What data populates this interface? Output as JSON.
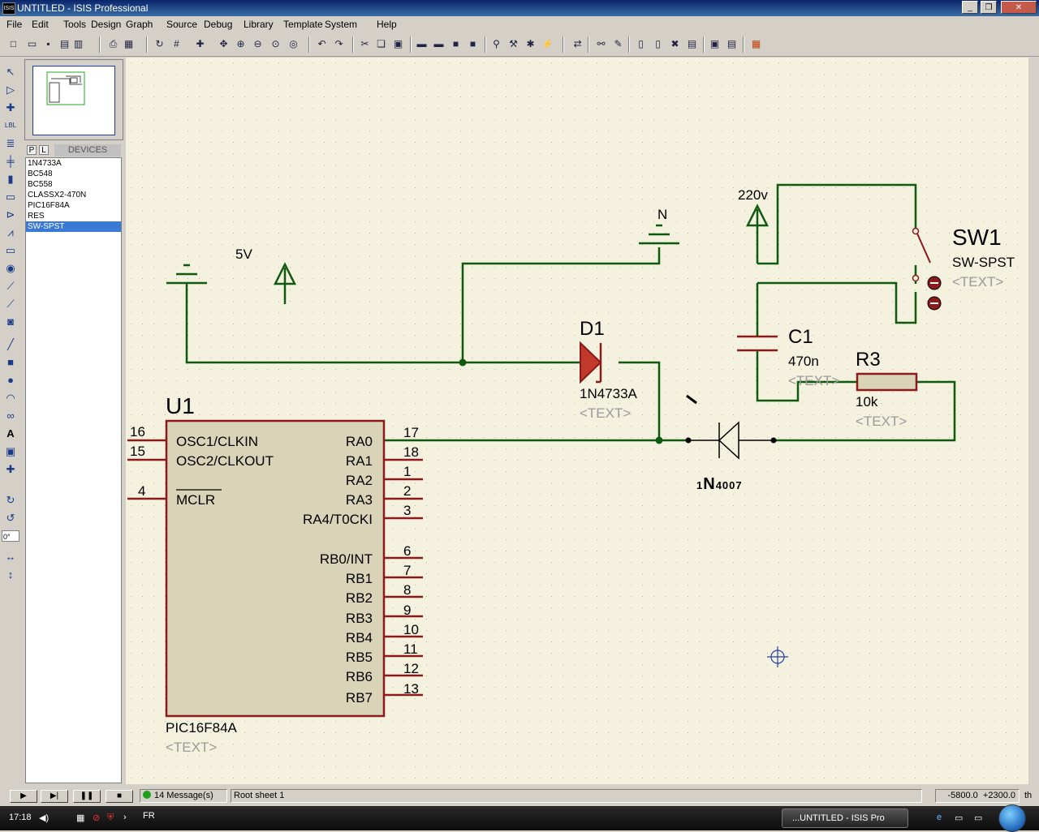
{
  "window": {
    "title": "UNTITLED - ISIS Professional",
    "logo": "ISIS"
  },
  "menu": [
    "File",
    "Edit",
    "Tools",
    "Design",
    "Graph",
    "Source",
    "Debug",
    "Library",
    "Template",
    "System",
    "Help"
  ],
  "toolbar_icons": [
    "new-icon",
    "open-icon",
    "save-icon",
    "import-icon",
    "export-icon",
    "print-icon",
    "print-area-icon",
    "refresh-icon",
    "grid-icon",
    "origin-icon",
    "pan-icon",
    "zoom-in-icon",
    "zoom-out-icon",
    "zoom-all-icon",
    "zoom-area-icon",
    "undo-icon",
    "redo-icon",
    "cut-icon",
    "copy-icon",
    "paste-icon",
    "block-copy-icon",
    "block-move-icon",
    "block-rotate-icon",
    "block-delete-icon",
    "pick-device-icon",
    "make-device-icon",
    "packaging-icon",
    "decompose-icon",
    "wire-autorouter-icon",
    "search-icon",
    "property-tool-icon",
    "new-sheet-icon",
    "remove-sheet-icon",
    "parent-sheet-icon",
    "bill-of-materials-icon",
    "erc-icon",
    "netlist-icon",
    "ares-icon"
  ],
  "devices": {
    "p_label": "P",
    "l_label": "L",
    "title": "DEVICES",
    "items": [
      "1N4733A",
      "BC548",
      "BC558",
      "CLASSX2-470N",
      "PIC16F84A",
      "RES",
      "SW-SPST"
    ],
    "selected": "SW-SPST"
  },
  "rotation_field": "0°",
  "schematic": {
    "u1": {
      "ref": "U1",
      "part": "PIC16F84A",
      "text": "<TEXT>",
      "left_pins": [
        {
          "num": "16",
          "name": "OSC1/CLKIN"
        },
        {
          "num": "15",
          "name": "OSC2/CLKOUT"
        },
        {
          "num": "4",
          "name": "MCLR"
        }
      ],
      "right_pins": [
        {
          "num": "17",
          "name": "RA0"
        },
        {
          "num": "18",
          "name": "RA1"
        },
        {
          "num": "1",
          "name": "RA2"
        },
        {
          "num": "2",
          "name": "RA3"
        },
        {
          "num": "3",
          "name": "RA4/T0CKI"
        },
        {
          "num": "6",
          "name": "RB0/INT"
        },
        {
          "num": "7",
          "name": "RB1"
        },
        {
          "num": "8",
          "name": "RB2"
        },
        {
          "num": "9",
          "name": "RB3"
        },
        {
          "num": "10",
          "name": "RB4"
        },
        {
          "num": "11",
          "name": "RB5"
        },
        {
          "num": "12",
          "name": "RB6"
        },
        {
          "num": "13",
          "name": "RB7"
        }
      ]
    },
    "d1": {
      "ref": "D1",
      "part": "1N4733A",
      "text": "<TEXT>"
    },
    "d2": {
      "part_prefix": "1",
      "part_bold": "N",
      "part_suffix": "4007"
    },
    "c1": {
      "ref": "C1",
      "value": "470n",
      "text": "<TEXT>"
    },
    "r3": {
      "ref": "R3",
      "value": "10k",
      "text": "<TEXT>"
    },
    "sw1": {
      "ref": "SW1",
      "part": "SW-SPST",
      "text": "<TEXT>"
    },
    "power_5v": "5V",
    "power_220v": "220v",
    "ground_n": "N"
  },
  "status": {
    "messages": "14 Message(s)",
    "sheet": "Root sheet 1",
    "coord_x": "-5800.0",
    "coord_y": "+2300.0",
    "units": "th"
  },
  "taskbar": {
    "clock": "17:18",
    "lang": "FR",
    "task_label": "...UNTITLED - ISIS Pro"
  },
  "colors": {
    "canvas_bg": "#f4f1de",
    "wire": "#0f5a0f",
    "component": "#8b1a1a",
    "ic_fill": "#d9d3b7",
    "hidden_text": "#9a9a9a",
    "selection": "#3a79d6"
  }
}
